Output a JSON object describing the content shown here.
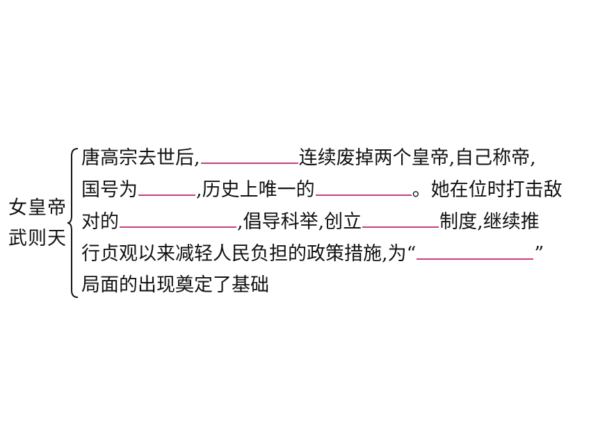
{
  "topic": {
    "line1": "女皇帝",
    "line2": "武则天"
  },
  "lines": [
    {
      "t1": "唐高宗去世后,",
      "t2": "连续废掉两个皇帝,自己称帝,"
    },
    {
      "t1": "国号为",
      "t2": ",历史上唯一的",
      "t3": "。她在位时打击敌"
    },
    {
      "t1": "对的",
      "t2": ",倡导科举,创立",
      "t3": "制度,继续推"
    },
    {
      "t1": "行贞观以来减轻人民负担的政策措施,为“",
      "t2": "”"
    },
    {
      "t1": "局面的出现奠定了基础"
    }
  ],
  "colors": {
    "text": "#111111",
    "blank_underline": "#d63384"
  }
}
